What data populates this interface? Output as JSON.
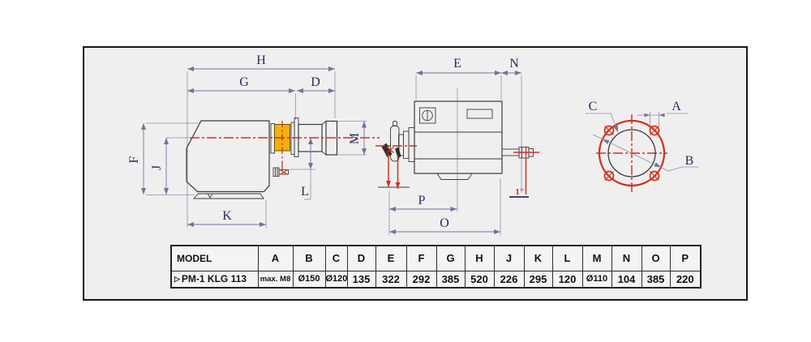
{
  "views": {
    "left": {
      "name": "side view",
      "dims": {
        "H": "H",
        "G": "G",
        "D": "D",
        "F": "F",
        "J": "J",
        "K": "K",
        "L": "L",
        "M": "M"
      }
    },
    "rear": {
      "name": "rear view",
      "dims": {
        "E": "E",
        "N": "N",
        "P": "P",
        "O": "O"
      },
      "gas_connection_label": "1\""
    },
    "flange": {
      "name": "mounting flange drilling",
      "dims": {
        "A": "A",
        "B": "B",
        "C": "C"
      }
    }
  },
  "table": {
    "headers": [
      "MODEL",
      "A",
      "B",
      "C",
      "D",
      "E",
      "F",
      "G",
      "H",
      "J",
      "K",
      "L",
      "M",
      "N",
      "O",
      "P"
    ],
    "row": {
      "marker": "▷",
      "model": "PM-1 KLG 113",
      "values": [
        "max. M8",
        "Ø150",
        "Ø120",
        "135",
        "322",
        "292",
        "385",
        "520",
        "226",
        "295",
        "120",
        "Ø110",
        "104",
        "385",
        "220"
      ]
    }
  },
  "colors": {
    "accent_red": "#d2301c",
    "flange_orange": "#f5b109",
    "dimension_line": "#76719a",
    "dimension_text": "#2c2c5a",
    "object_line": "#3a3a3a",
    "background": "#f0eff0"
  }
}
